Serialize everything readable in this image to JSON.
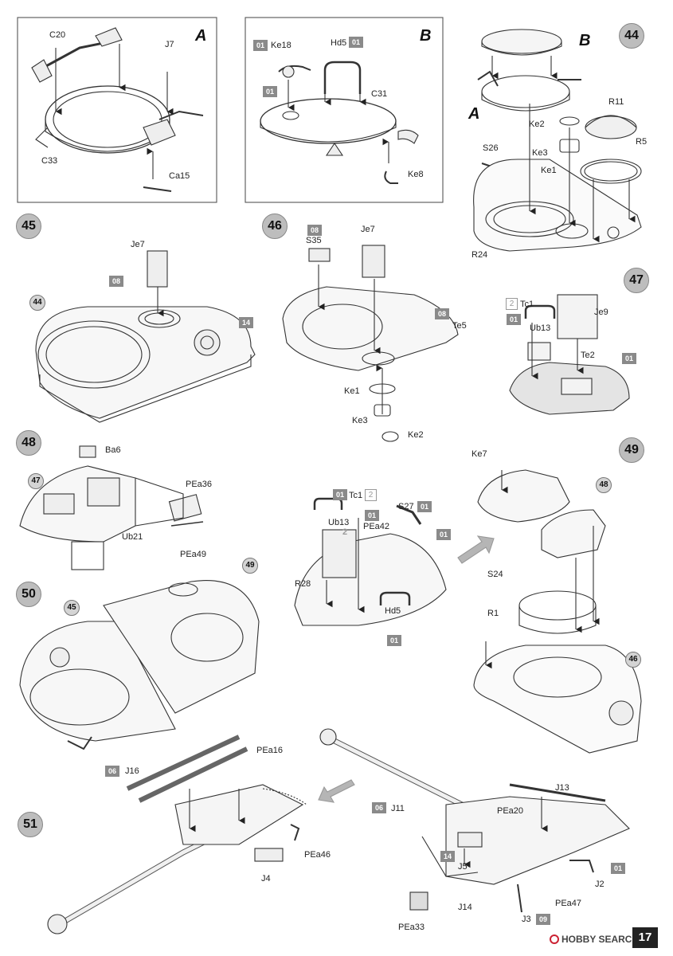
{
  "page_number": "17",
  "watermark": "HOBBY SEARCH",
  "watermark_color": "#cc2233",
  "colors": {
    "step_badge": "#bdbdbd",
    "paint_ref": "#8a8a8a",
    "accent_arrow": "#9e9e9e"
  },
  "steps": [
    "44",
    "45",
    "46",
    "47",
    "48",
    "49",
    "50",
    "51"
  ],
  "refs": {
    "r44": "44",
    "r47": "47",
    "r48": "48",
    "r45": "45",
    "r49": "49",
    "r46": "46"
  },
  "subassembly": {
    "a": "A",
    "b": "B",
    "a_ref": "A",
    "b_ref": "B"
  },
  "panel_a": {
    "c20": "C20",
    "j7": "J7",
    "c33": "C33",
    "ca15": "Ca15"
  },
  "panel_b": {
    "ke18": "Ke18",
    "hd5": "Hd5",
    "c31": "C31",
    "ke8": "Ke8",
    "paint1": "01",
    "paint2": "01",
    "paint3": "01"
  },
  "step44": {
    "r11": "R11",
    "ke2": "Ke2",
    "s26": "S26",
    "ke3": "Ke3",
    "r5": "R5",
    "ke1": "Ke1",
    "r24": "R24"
  },
  "step45": {
    "je7": "Je7",
    "paint08": "08",
    "paint14": "14"
  },
  "step46": {
    "paint08a": "08",
    "s35": "S35",
    "je7": "Je7",
    "paint08b": "08",
    "te5": "Te5",
    "ke1": "Ke1",
    "ke3": "Ke3",
    "ke2": "Ke2"
  },
  "step47": {
    "tc1": "Tc1",
    "je9": "Je9",
    "ub13": "Ub13",
    "te2": "Te2",
    "paint01a": "01",
    "paint01b": "01",
    "dup": "2"
  },
  "step48": {
    "ba6": "Ba6",
    "pea36": "PEa36",
    "ub21": "Ub21",
    "pea49": "PEa49"
  },
  "step49_center": {
    "tc1": "Tc1",
    "s27": "S27",
    "ub13": "Ub13",
    "pea42": "PEa42",
    "r28": "R28",
    "hd5": "Hd5",
    "p01a": "01",
    "p01b": "01",
    "p01c": "01",
    "p01d": "01",
    "p01e": "01",
    "dup": "2",
    "dup2": "2"
  },
  "step49": {
    "ke7": "Ke7",
    "s24": "S24",
    "r1": "R1"
  },
  "step51_left": {
    "j16": "J16",
    "pea16": "PEa16",
    "pea46": "PEa46",
    "j4": "J4",
    "paint06": "06"
  },
  "step51_right": {
    "j11": "J11",
    "j13": "J13",
    "pea20": "PEa20",
    "j5": "J5",
    "j2": "J2",
    "j14": "J14",
    "pea47": "PEa47",
    "j3": "J3",
    "pea33": "PEa33",
    "p06": "06",
    "p14": "14",
    "p01": "01",
    "p09": "09"
  }
}
